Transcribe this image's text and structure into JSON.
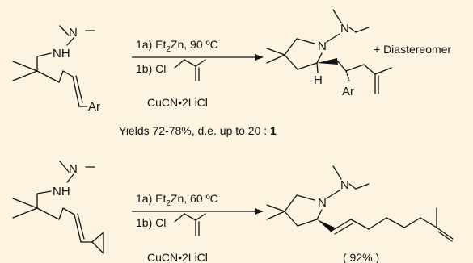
{
  "reaction1": {
    "step_a": {
      "num": "1a)",
      "reagent": "Et",
      "sub": "2",
      "rest": "Zn, 90 ºC"
    },
    "step_b": {
      "num": "1b)",
      "atom": "Cl"
    },
    "catalyst": "CuCN•2LiCl",
    "product_extra": "+ Diastereomer",
    "yields": "Yields 72-78%, d.e. up to 20 : ",
    "yields_bold": "1",
    "atoms": {
      "n": "N",
      "nh": "NH",
      "ar": "Ar",
      "h": "H"
    }
  },
  "reaction2": {
    "step_a": {
      "num": "1a)",
      "reagent": "Et",
      "sub": "2",
      "rest": "Zn, 60 ºC"
    },
    "step_b": {
      "num": "1b)",
      "atom": "Cl"
    },
    "catalyst": "CuCN•2LiCl",
    "yield": "( 92% )",
    "atoms": {
      "n": "N",
      "nh": "NH"
    }
  }
}
